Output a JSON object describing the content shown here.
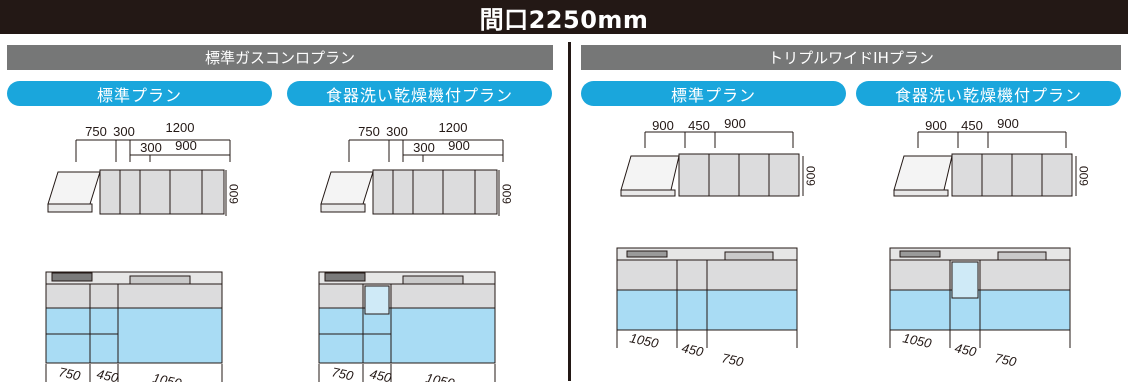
{
  "title": "間口2250mm",
  "sections": [
    {
      "label": "標準ガスコンロプラン",
      "plans": [
        {
          "label": "標準プラン",
          "upper_top": [
            "750",
            "300",
            "1200"
          ],
          "upper_sub": [
            "300",
            "900"
          ],
          "upper_height": "600",
          "base_widths": [
            "750",
            "450",
            "1050"
          ]
        },
        {
          "label": "食器洗い乾燥機付プラン",
          "upper_top": [
            "750",
            "300",
            "1200"
          ],
          "upper_sub": [
            "300",
            "900"
          ],
          "upper_height": "600",
          "base_widths": [
            "750",
            "450",
            "1050"
          ]
        }
      ]
    },
    {
      "label": "トリプルワイドIHプラン",
      "plans": [
        {
          "label": "標準プラン",
          "upper_top": [
            "900",
            "450",
            "900"
          ],
          "upper_height": "600",
          "base_widths": [
            "1050",
            "450",
            "750"
          ]
        },
        {
          "label": "食器洗い乾燥機付プラン",
          "upper_top": [
            "900",
            "450",
            "900"
          ],
          "upper_height": "600",
          "base_widths": [
            "1050",
            "450",
            "750"
          ]
        }
      ]
    }
  ],
  "colors": {
    "title_bg": "#231815",
    "section_bg": "#767777",
    "pill_bg": "#1aa6dc",
    "drawer_blue": "#a9dcf4",
    "cabinet_gray": "#dcdcdd"
  }
}
